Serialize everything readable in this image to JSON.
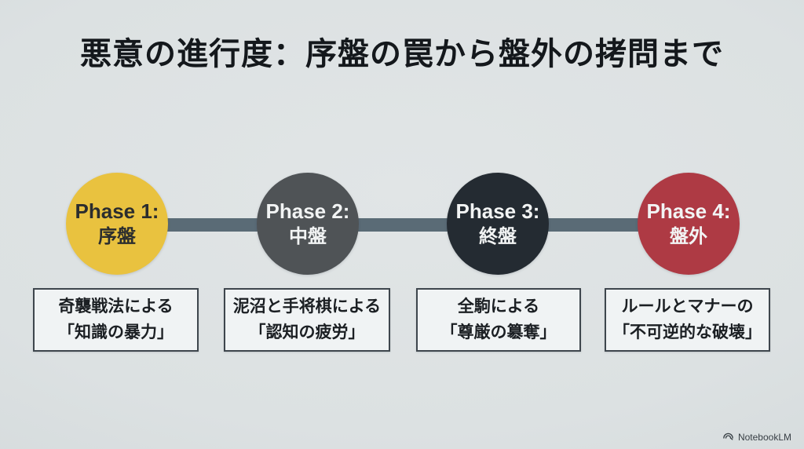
{
  "title": "悪意の進行度：序盤の罠から盤外の拷問まで",
  "phases": [
    {
      "label": "Phase 1:",
      "name": "序盤",
      "circle_color": "#e9c23f",
      "text_color": "#2b2d2e",
      "desc_line1": "奇襲戦法による",
      "desc_line2": "「知識の暴力」"
    },
    {
      "label": "Phase 2:",
      "name": "中盤",
      "circle_color": "#4f5356",
      "text_color": "#f2f4f4",
      "desc_line1": "泥沼と手将棋による",
      "desc_line2": "「認知の疲労」"
    },
    {
      "label": "Phase 3:",
      "name": "終盤",
      "circle_color": "#242b32",
      "text_color": "#f2f4f4",
      "desc_line1": "全駒による",
      "desc_line2": "「尊厳の簒奪」"
    },
    {
      "label": "Phase 4:",
      "name": "盤外",
      "circle_color": "#ae3a44",
      "text_color": "#f2f4f4",
      "desc_line1": "ルールとマナーの",
      "desc_line2": "「不可逆的な破壊」"
    }
  ],
  "footer": {
    "brand": "NotebookLM"
  },
  "colors": {
    "background": "#dce1e2",
    "connector": "#5a6b76",
    "box_background": "#f0f3f4",
    "box_border": "#3e464d",
    "title_text": "#14181c"
  }
}
